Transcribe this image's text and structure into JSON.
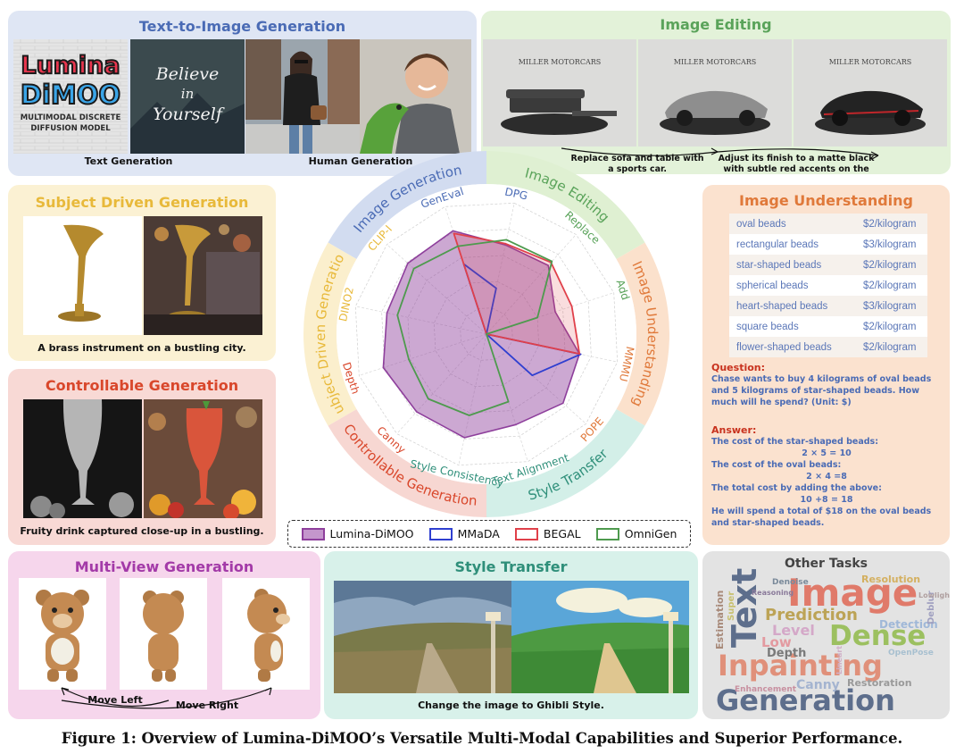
{
  "panels": {
    "t2i": {
      "title": "Text-to-Image Generation",
      "cap_text": "Text Generation",
      "cap_human": "Human Generation",
      "poster_line1": "Lumina",
      "poster_line2": "DiMOO",
      "poster_line3": "MULTIMODAL DISCRETE",
      "poster_line4": "DIFFUSION MODEL",
      "script_line1": "Believe",
      "script_line2": "in",
      "script_line3": "Yourself"
    },
    "edit": {
      "title": "Image Editing",
      "sign": "MILLER MOTORCARS",
      "cap1": "Replace sofa and table with a sports car.",
      "cap2": "Adjust its finish to a matte black with subtle red accents on the sides and front."
    },
    "subj": {
      "title": "Subject Driven Generation",
      "caption": "A brass instrument on a bustling city."
    },
    "ctrl": {
      "title": "Controllable Generation",
      "caption": "Fruity drink captured close-up in a bustling."
    },
    "mv": {
      "title": "Multi-View Generation",
      "left": "Move Left",
      "right": "Move Right"
    },
    "st": {
      "title": "Style Transfer",
      "caption": "Change the image to Ghibli Style."
    },
    "und": {
      "title": "Image Understanding",
      "rows": [
        {
          "name": "oval beads",
          "price": "$2/kilogram"
        },
        {
          "name": "rectangular beads",
          "price": "$3/kilogram"
        },
        {
          "name": "star-shaped beads",
          "price": "$2/kilogram"
        },
        {
          "name": "spherical beads",
          "price": "$2/kilogram"
        },
        {
          "name": "heart-shaped beads",
          "price": "$3/kilogram"
        },
        {
          "name": "square beads",
          "price": "$2/kilogram"
        },
        {
          "name": "flower-shaped beads",
          "price": "$2/kilogram"
        }
      ],
      "question_label": "Question:",
      "question": "Chase wants to buy 4 kilograms of oval beads and 5 kilograms of star-shaped beads. How much will he spend? (Unit: $)",
      "answer_label": "Answer:",
      "a1": "The cost of the star-shaped beads:",
      "a2": "2 × 5 = 10",
      "a3": "The cost of the oval beads:",
      "a4": "2 × 4 =8",
      "a5": "The total cost by adding the above:",
      "a6": "10 +8 = 18",
      "a7": "He will spend a total of $18 on the oval beads and star-shaped beads."
    },
    "other": {
      "title": "Other Tasks",
      "words": [
        "Image",
        "Text",
        "Prediction",
        "Dense",
        "Inpainting",
        "Generation",
        "Level",
        "Low",
        "Depth",
        "Canny",
        "Estimation",
        "Super",
        "Resolution",
        "Detection",
        "Restoration",
        "Enhancement",
        "Reasoning",
        "Denoise",
        "Deblur",
        "OpenPose",
        "Lineart",
        "Lowlight"
      ]
    }
  },
  "radar": {
    "sections": [
      "Image Generation",
      "Image Editing",
      "Image Understanding",
      "Style Transfer",
      "Controllable Generation",
      "Subject Driven Generation"
    ],
    "axes": [
      "DPG",
      "Replace",
      "Add",
      "MMMU",
      "POPE",
      "Text Alignment",
      "Style Consistency",
      "Canny",
      "Depth",
      "DINO2",
      "CLIP-I",
      "GenEval"
    ]
  },
  "chart_data": {
    "type": "radar",
    "categories": [
      "DPG",
      "Replace",
      "Add",
      "MMMU",
      "POPE",
      "Text Alignment",
      "Style Consistency",
      "Canny",
      "Depth",
      "DINO2",
      "CLIP-I",
      "GenEval"
    ],
    "series": [
      {
        "name": "Lumina-DiMOO",
        "color": "#8e3f9c",
        "values": [
          0.68,
          0.69,
          0.54,
          0.71,
          0.77,
          0.71,
          0.79,
          0.78,
          0.81,
          0.76,
          0.79,
          0.81
        ]
      },
      {
        "name": "MMaDA",
        "color": "#2f3fd0",
        "values": [
          0.35,
          0.0,
          0.0,
          0.72,
          0.46,
          0.0,
          0.0,
          0.0,
          0.0,
          0.0,
          0.0,
          0.55
        ]
      },
      {
        "name": "BEGAL",
        "color": "#e0404a",
        "values": [
          0.69,
          0.72,
          0.67,
          0.71,
          0.0,
          0.0,
          0.0,
          0.0,
          0.0,
          0.0,
          0.0,
          0.79
        ]
      },
      {
        "name": "OmniGen",
        "color": "#4e9a4e",
        "values": [
          0.72,
          0.73,
          0.4,
          0.0,
          0.0,
          0.53,
          0.62,
          0.65,
          0.61,
          0.68,
          0.73,
          0.69
        ]
      }
    ]
  },
  "legend": [
    "Lumina-DiMOO",
    "MMaDA",
    "BEGAL",
    "OmniGen"
  ],
  "caption": "Figure 1: Overview of Lumina-DiMOO’s Versatile Multi-Modal Capabilities and Superior Performance."
}
